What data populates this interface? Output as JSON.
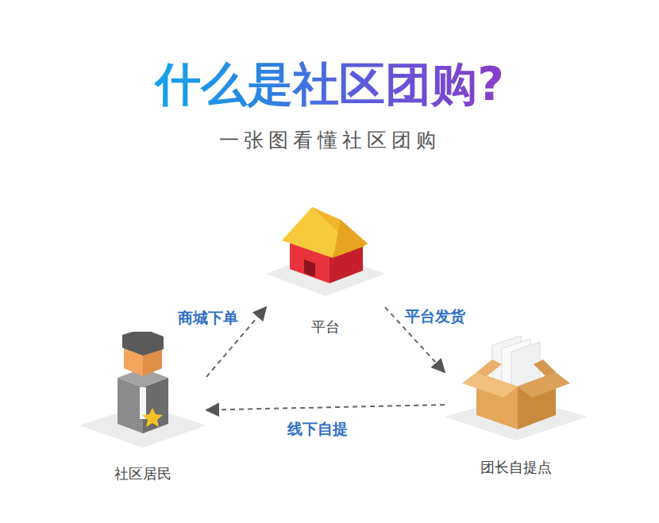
{
  "diagram": {
    "title": "什么是社区团购?",
    "nodes": [
      {
        "text": [
          "平台"
        ]
      },
      {
        "text": [
          "社区居民"
        ]
      },
      {
        "text": [
          "团长自提点"
        ]
      }
    ],
    "edges": [
      {
        "from": 1,
        "to": 0,
        "label": "商城下单",
        "arrow": "to"
      },
      {
        "from": 0,
        "to": 2,
        "label": "平台发货",
        "arrow": "to"
      },
      {
        "from": 2,
        "to": 1,
        "label": "线下自提",
        "arrow": "to"
      }
    ],
    "labels": [
      "一张图看懂社区团购"
    ]
  }
}
